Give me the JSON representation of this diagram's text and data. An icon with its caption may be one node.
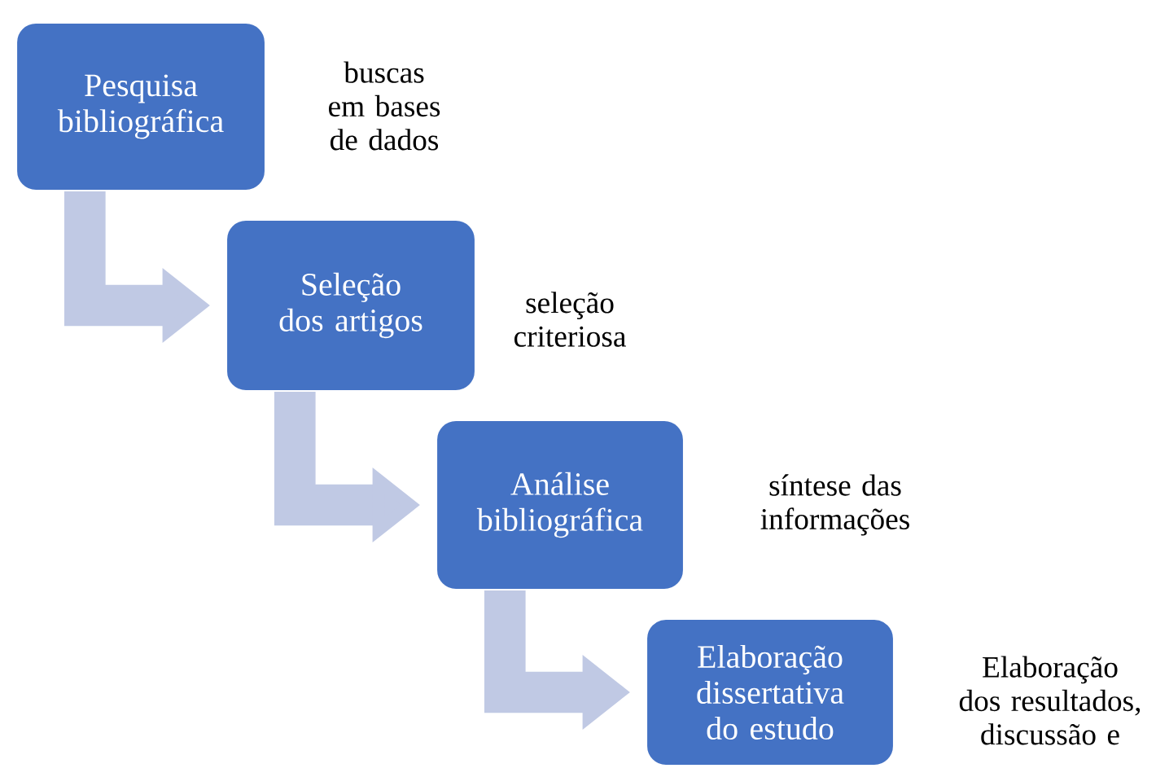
{
  "diagram": {
    "nodes": [
      {
        "text": [
          "Pesquisa bibliográfica"
        ],
        "beside": [
          "buscas em bases de dados"
        ]
      },
      {
        "text": [
          "Seleção dos artigos"
        ],
        "beside": [
          "seleção criteriosa"
        ]
      },
      {
        "text": [
          "Análise bibliográfica"
        ],
        "beside": [
          "síntese das informações"
        ]
      },
      {
        "text": [
          "Elaboração dissertativa do estudo"
        ],
        "beside": [
          "Elaboração dos resultados, discussão e"
        ]
      }
    ],
    "edges": [
      {
        "from": 0,
        "to": 1,
        "arrow": "to"
      },
      {
        "from": 1,
        "to": 2,
        "arrow": "to"
      },
      {
        "from": 2,
        "to": 3,
        "arrow": "to"
      }
    ]
  }
}
